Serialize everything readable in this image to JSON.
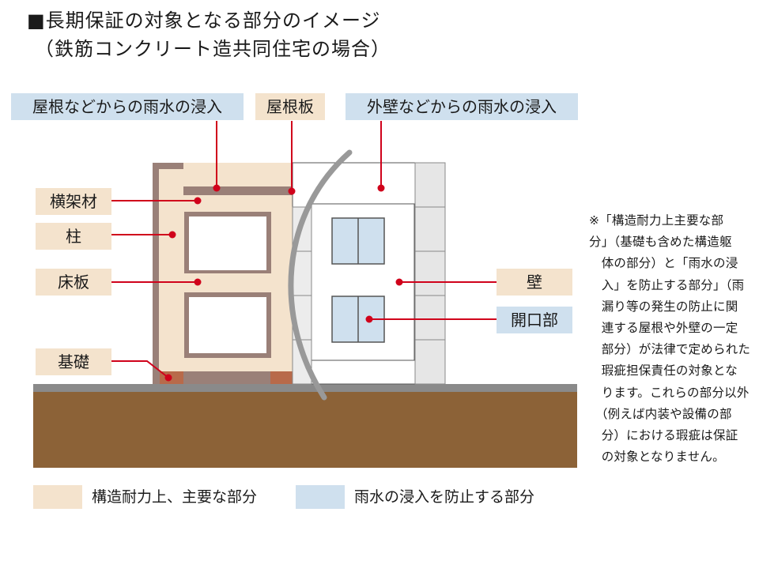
{
  "title": {
    "line1": "■長期保証の対象となる部分のイメージ",
    "line2": "（鉄筋コンクリート造共同住宅の場合）"
  },
  "labels": {
    "roof_rain": "屋根などからの雨水の浸入",
    "roof_slab": "屋根板",
    "wall_rain": "外壁などからの雨水の浸入",
    "beam": "横架材",
    "column": "柱",
    "floor_slab": "床板",
    "foundation": "基礎",
    "wall": "壁",
    "opening": "開口部"
  },
  "note": {
    "lines": [
      "※「構造耐力上主要な部",
      "分」（基礎も含めた構造躯",
      "　体の部分）と「雨水の浸",
      "　入」を防止する部分」（雨",
      "　漏り等の発生の防止に関",
      "　連する屋根や外壁の一定",
      "　部分）が法律で定められた",
      "　瑕疵担保責任の対象とな",
      "　ります。これらの部分以外",
      "　（例えば内装や設備の部",
      "　分）における瑕疵は保証",
      "　の対象となりません。"
    ]
  },
  "legend": {
    "structural": "構造耐力上、主要な部分",
    "rain": "雨水の浸入を防止する部分"
  },
  "colors": {
    "structural_fill": "#f4e3cd",
    "rain_fill": "#cfe0ee",
    "leader_line": "#d0021b",
    "ground_brown": "#8c6237",
    "slab_brown": "#9a8078",
    "foundation_block": "#b86a4a"
  }
}
